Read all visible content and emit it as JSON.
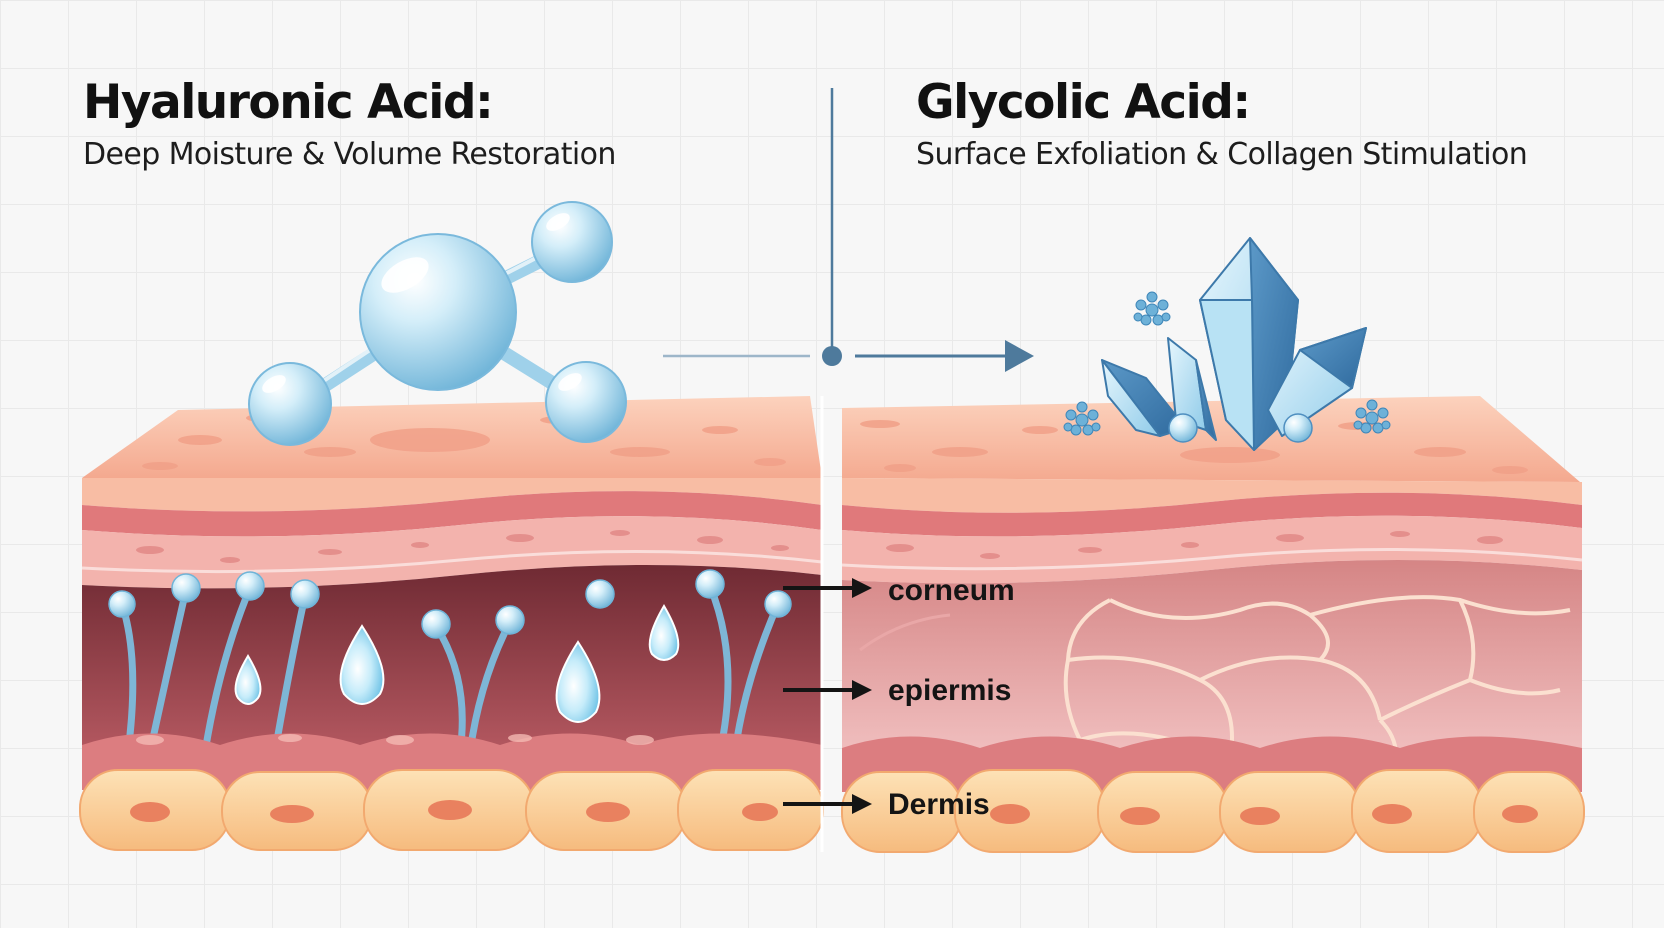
{
  "left_panel": {
    "title": "Hyaluronic Acid:",
    "subtitle": "Deep Moisture & Volume Restoration"
  },
  "right_panel": {
    "title": "Glycolic Acid:",
    "subtitle": "Surface Exfoliation & Collagen Stimulation"
  },
  "layer_labels": {
    "top": "corneum",
    "middle": "epiermis",
    "bottom": "Dermis"
  },
  "icons": [
    "hyaluronic-molecule-icon",
    "water-droplet-icon",
    "glycolic-crystal-icon",
    "particle-cluster-icon",
    "arrow-right-icon"
  ],
  "colors": {
    "skin_surface": "#f7b59a",
    "skin_band": "#e0787a",
    "dermis_dark": "#8e3a44",
    "fat_cells": "#fbcf95",
    "molecule_blue": "#8cc9e6",
    "crystal_blue": "#4a86b8",
    "divider": "#4e7a9c"
  }
}
